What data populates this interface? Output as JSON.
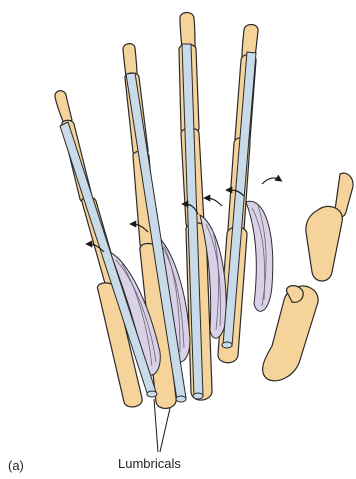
{
  "figure": {
    "panel_label": "(a)",
    "callout_label": "Lumbricals"
  },
  "colors": {
    "bone_fill": "#f6d39a",
    "bone_stroke": "#2a2a2a",
    "tendon_fill": "#c9dbe9",
    "tendon_stroke": "#2a2a2a",
    "muscle_fill": "#d9d2e6",
    "muscle_line": "#6a6278",
    "arrow": "#1a1a1a",
    "text": "#231f20"
  },
  "icons": {
    "arrow": "curved-arrow"
  }
}
